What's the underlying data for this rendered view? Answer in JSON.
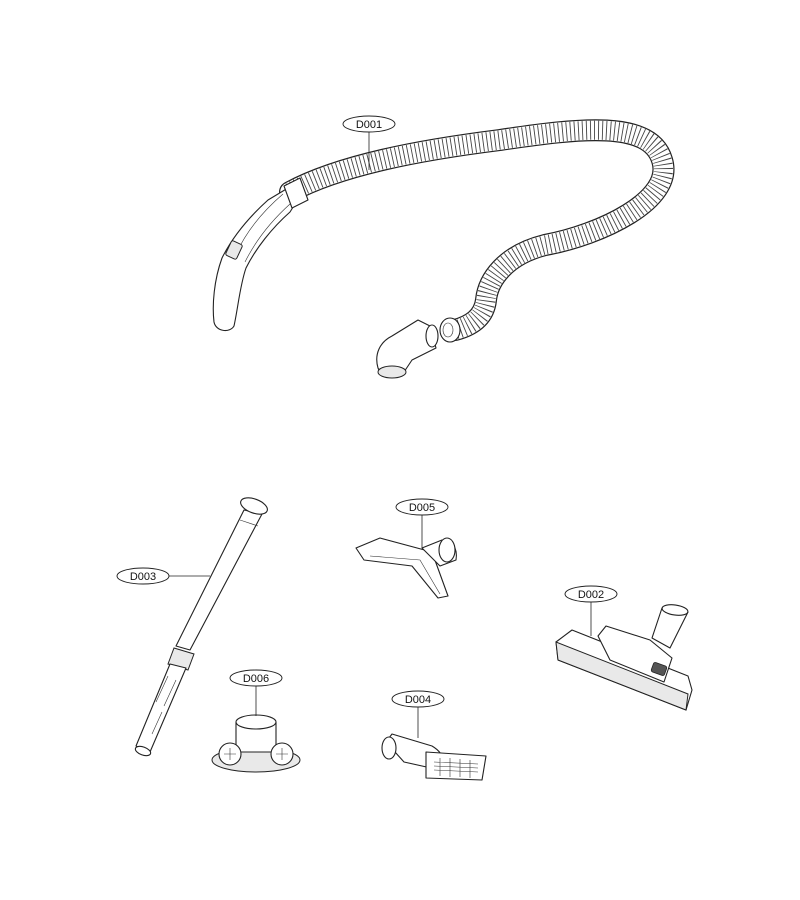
{
  "parts": [
    {
      "id": "hose",
      "code": "D001"
    },
    {
      "id": "floor-nozzle",
      "code": "D002"
    },
    {
      "id": "extension-pipe",
      "code": "D003"
    },
    {
      "id": "dusting-brush",
      "code": "D004"
    },
    {
      "id": "upholstery-nozzle",
      "code": "D005"
    },
    {
      "id": "tool-holder",
      "code": "D006"
    }
  ],
  "colors": {
    "line": "#222222",
    "background": "#ffffff",
    "shade": "#e9e9e9"
  }
}
